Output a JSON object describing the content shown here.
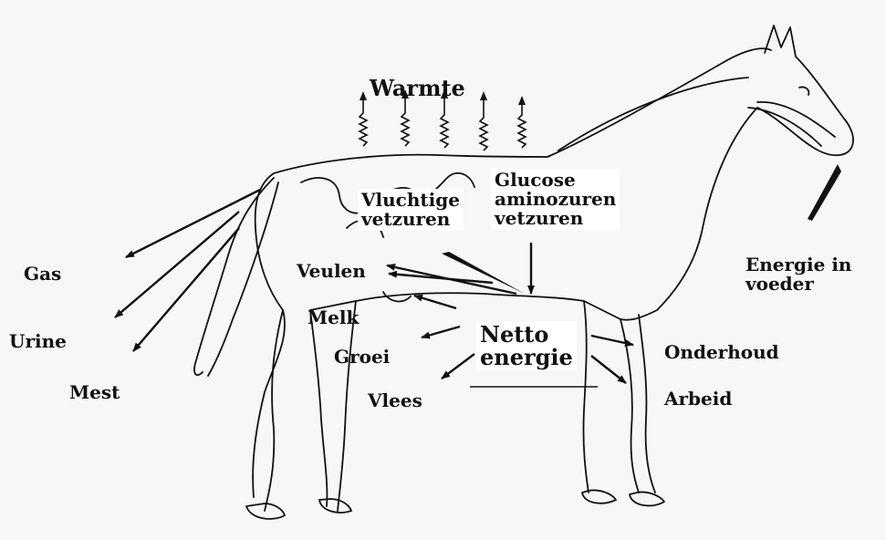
{
  "labels": {
    "warmte": "Warmte",
    "vluchtige_1": "Vluchtige",
    "vluchtige_2": "vetzuren",
    "glucose_1": "Glucose",
    "glucose_2": "aminozuren",
    "glucose_3": "vetzuren",
    "energie_in_1": "Energie in",
    "energie_in_2": "voeder",
    "gas": "Gas",
    "urine": "Urine",
    "mest": "Mest",
    "veulen": "Veulen",
    "melk": "Melk",
    "groei": "Groei",
    "vlees": "Vlees",
    "netto_1": "Netto",
    "netto_2": "energie",
    "onderhoud": "Onderhoud",
    "arbeid": "Arbeid"
  },
  "colors": {
    "ink": "#111111",
    "paper": "#f7f7f5"
  }
}
